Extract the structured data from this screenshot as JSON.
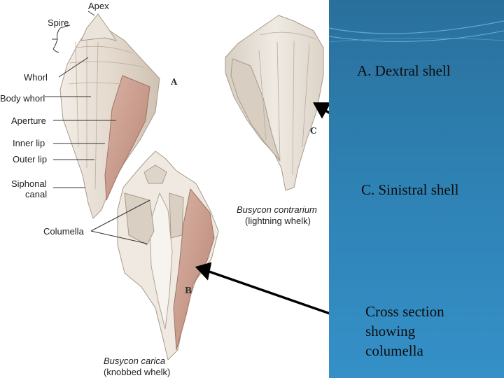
{
  "labels": {
    "apex": "Apex",
    "spire": "Spire",
    "whorl": "Whorl",
    "body_whorl": "Body whorl",
    "aperture": "Aperture",
    "inner_lip": "Inner lip",
    "outer_lip": "Outer lip",
    "siphonal_canal_1": "Siphonal",
    "siphonal_canal_2": "canal",
    "columella": "Columella"
  },
  "letters": {
    "a": "A",
    "b": "B",
    "c": "C"
  },
  "captions": {
    "contrarium": {
      "species": "Busycon contrarium",
      "common": "(lightning whelk)"
    },
    "carica": {
      "species": "Busycon carica",
      "common": "(knobbed whelk)"
    }
  },
  "panel": {
    "dextral": "A. Dextral shell",
    "sinistral": "C. Sinistral shell",
    "cross_section": [
      "Cross section",
      "showing",
      "columella"
    ]
  },
  "colors": {
    "panel_top": "#2a6f9c",
    "panel_bottom": "#3590c8",
    "shell_base": "#e9e1d6",
    "aperture_pink": "#c79585",
    "arrow": "#000000"
  }
}
